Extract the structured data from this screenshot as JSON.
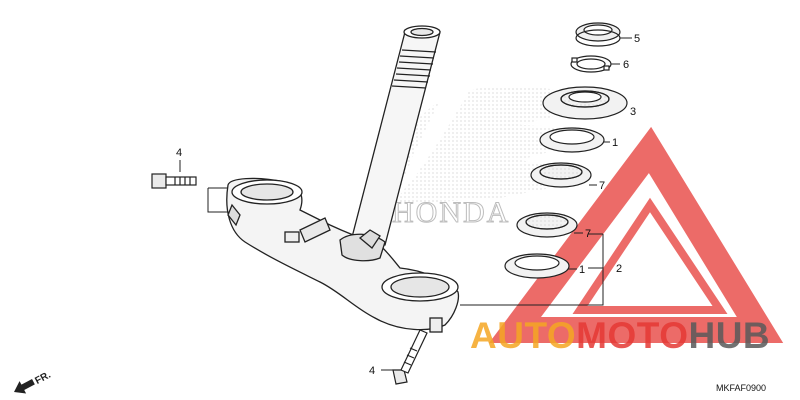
{
  "diagram_code": "MKFAF0900",
  "direction_marker": "FR.",
  "background_logo_text": "HONDA",
  "watermark": {
    "part1": "AUTO",
    "part2": "MOTO",
    "part3": "HUB",
    "colors": {
      "auto": "#f5a623",
      "moto": "#e53935",
      "hub": "#5a5a5a",
      "triangle": "#e53935"
    }
  },
  "callouts": {
    "p5": "5",
    "p6": "6",
    "p3": "3",
    "p1_upper": "1",
    "p7_upper": "7",
    "p7_lower": "7",
    "p1_lower": "1",
    "p2": "2",
    "p4_upper": "4",
    "p4_lower": "4"
  }
}
